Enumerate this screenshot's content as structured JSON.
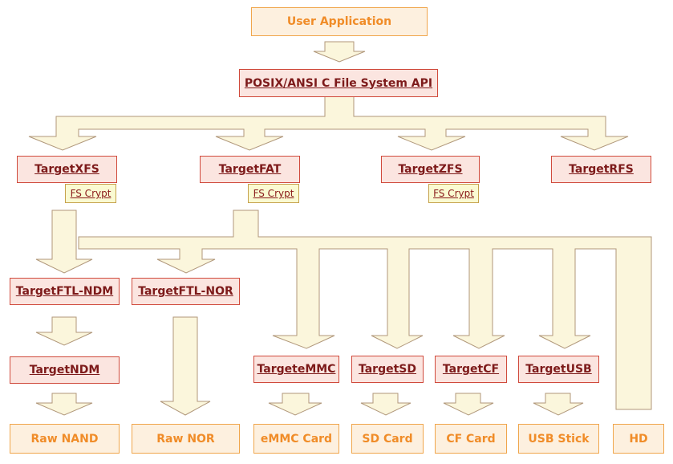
{
  "top": {
    "app": "User Application",
    "api": "POSIX/ANSI C File System API"
  },
  "fs": {
    "xfs": "TargetXFS",
    "fat": "TargetFAT",
    "zfs": "TargetZFS",
    "rfs": "TargetRFS",
    "crypt": "FS Crypt"
  },
  "drivers": {
    "ftl_ndm": "TargetFTL-NDM",
    "ftl_nor": "TargetFTL-NOR",
    "ndm": "TargetNDM",
    "emmc": "TargeteMMC",
    "sd": "TargetSD",
    "cf": "TargetCF",
    "usb": "TargetUSB"
  },
  "media": {
    "nand": "Raw NAND",
    "nor": "Raw NOR",
    "emmc": "eMMC Card",
    "sd": "SD Card",
    "cf": "CF Card",
    "usb": "USB Stick",
    "hd": "HD"
  },
  "colors": {
    "arrow_fill": "#fbf6dc",
    "arrow_stroke": "#b0977a",
    "layer_border": "#d04a3c",
    "layer_text": "#7d1a1a",
    "app_text": "#f08c28"
  }
}
